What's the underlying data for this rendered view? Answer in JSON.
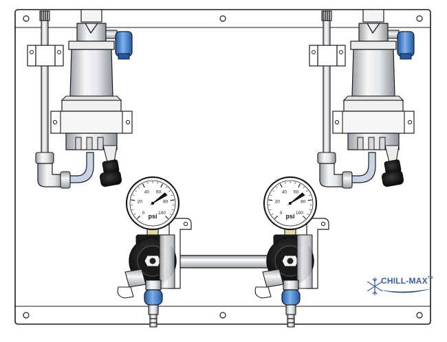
{
  "colors": {
    "panel_stroke": "#1a1a1a",
    "chrome_light": "#f2f2f2",
    "chrome_mid": "#cfd3d8",
    "chrome_dark": "#8c9198",
    "blue_fitting": "#2f74c9",
    "blue_highlight": "#7fb0ea",
    "black_knob": "#111111",
    "logo_blue": "#3c5e9e",
    "logo_swoosh": "#2e4d8c"
  },
  "gauges": [
    {
      "unit": "psi",
      "ticks": [
        "0",
        "20",
        "40",
        "60",
        "80",
        "100"
      ]
    },
    {
      "unit": "psi",
      "ticks": [
        "0",
        "20",
        "40",
        "60",
        "80",
        "100"
      ]
    }
  ],
  "logo": {
    "brand": "CHILL-MAX",
    "trademark": "TM"
  },
  "icons": {
    "logo_mark": "snowflake-icon",
    "valve_handles": "black-knob-icon",
    "fittings": "blue-fitting-icon"
  }
}
